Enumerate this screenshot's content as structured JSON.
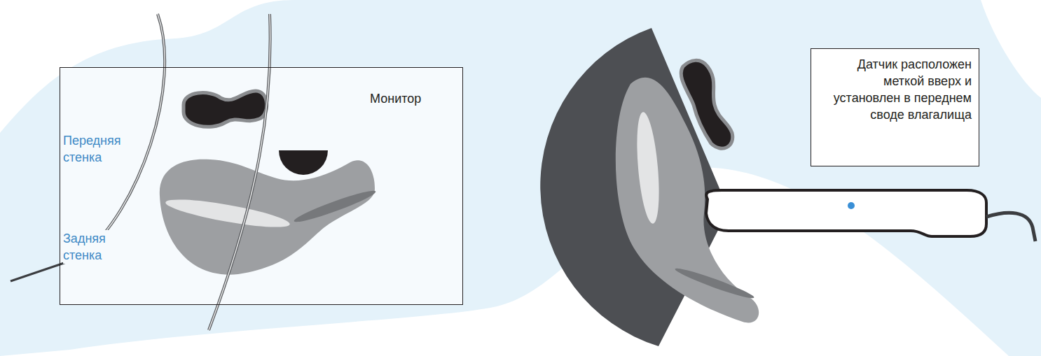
{
  "diagram": {
    "nodes": [
      {
        "text": [
          "Монитор",
          "Передняя стенка",
          "Задняя стенка"
        ]
      },
      {
        "text": [
          "Датчик расположен меткой вверх и установлен в переднем своде влагалища"
        ]
      }
    ]
  }
}
